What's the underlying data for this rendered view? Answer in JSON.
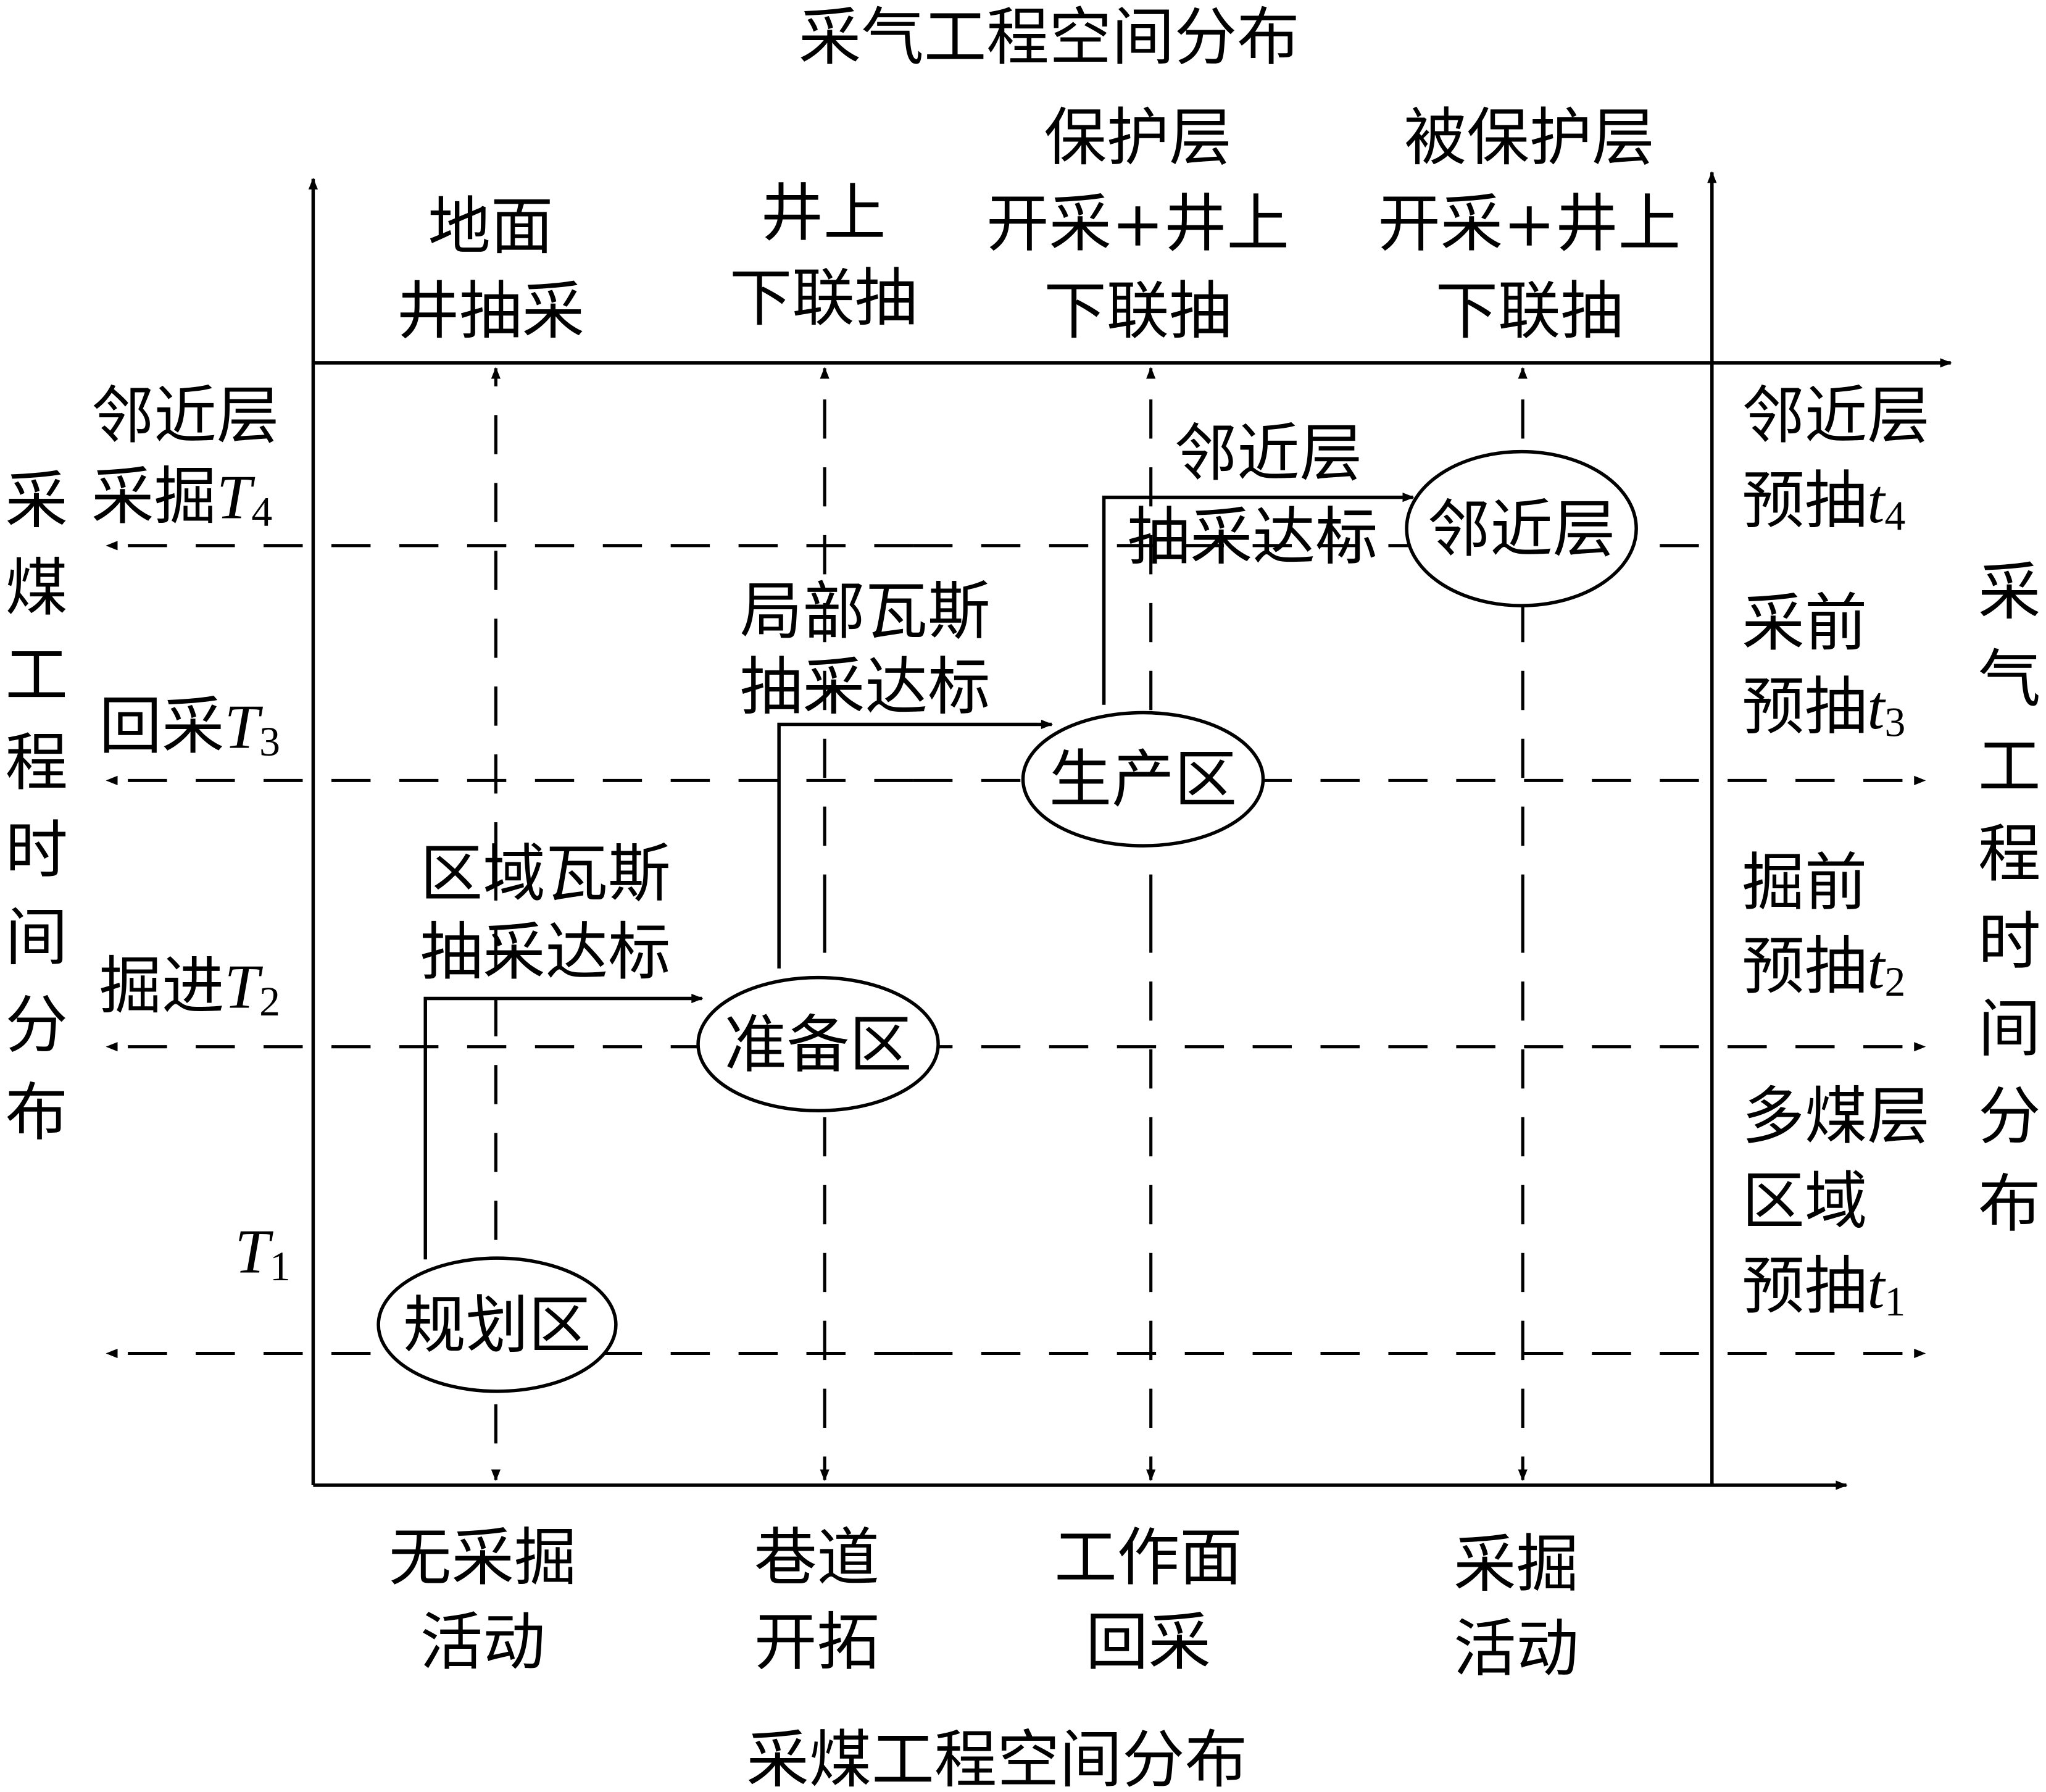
{
  "titles": {
    "top": "采气工程空间分布",
    "bottom": "采煤工程空间分布",
    "left": [
      "采",
      "煤",
      "工",
      "程",
      "时",
      "间",
      "分",
      "布"
    ],
    "right": [
      "采",
      "气",
      "工",
      "程",
      "时",
      "间",
      "分",
      "布"
    ]
  },
  "top_columns": [
    [
      "地面",
      "井抽采"
    ],
    [
      "井上",
      "下联抽"
    ],
    [
      "保护层",
      "开采+井上",
      "下联抽"
    ],
    [
      "被保护层",
      "开采+井上",
      "下联抽"
    ]
  ],
  "bottom_columns": [
    [
      "无采掘",
      "活动"
    ],
    [
      "巷道",
      "开拓"
    ],
    [
      "工作面",
      "回采"
    ],
    [
      "采掘",
      "活动"
    ]
  ],
  "left_rows": [
    {
      "lines": [
        "邻近层"
      ],
      "prefix": "采掘",
      "var": "T",
      "sub": "4"
    },
    {
      "lines": [],
      "prefix": "回采",
      "var": "T",
      "sub": "3"
    },
    {
      "lines": [],
      "prefix": "掘进",
      "var": "T",
      "sub": "2"
    },
    {
      "lines": [],
      "prefix": "",
      "var": "T",
      "sub": "1"
    }
  ],
  "right_rows": [
    {
      "lines": [
        "邻近层"
      ],
      "prefix": "预抽",
      "var": "t",
      "sub": "4"
    },
    {
      "lines": [
        "采前"
      ],
      "prefix": "预抽",
      "var": "t",
      "sub": "3"
    },
    {
      "lines": [
        "掘前"
      ],
      "prefix": "预抽",
      "var": "t",
      "sub": "2"
    },
    {
      "lines": [
        "多煤层",
        "区域"
      ],
      "prefix": "预抽",
      "var": "t",
      "sub": "1"
    }
  ],
  "nodes": [
    "规划区",
    "准备区",
    "生产区",
    "邻近层"
  ],
  "transitions": [
    [
      "区域瓦斯",
      "抽采达标"
    ],
    [
      "局部瓦斯",
      "抽采达标"
    ],
    [
      "邻近层",
      "抽采达标"
    ]
  ]
}
